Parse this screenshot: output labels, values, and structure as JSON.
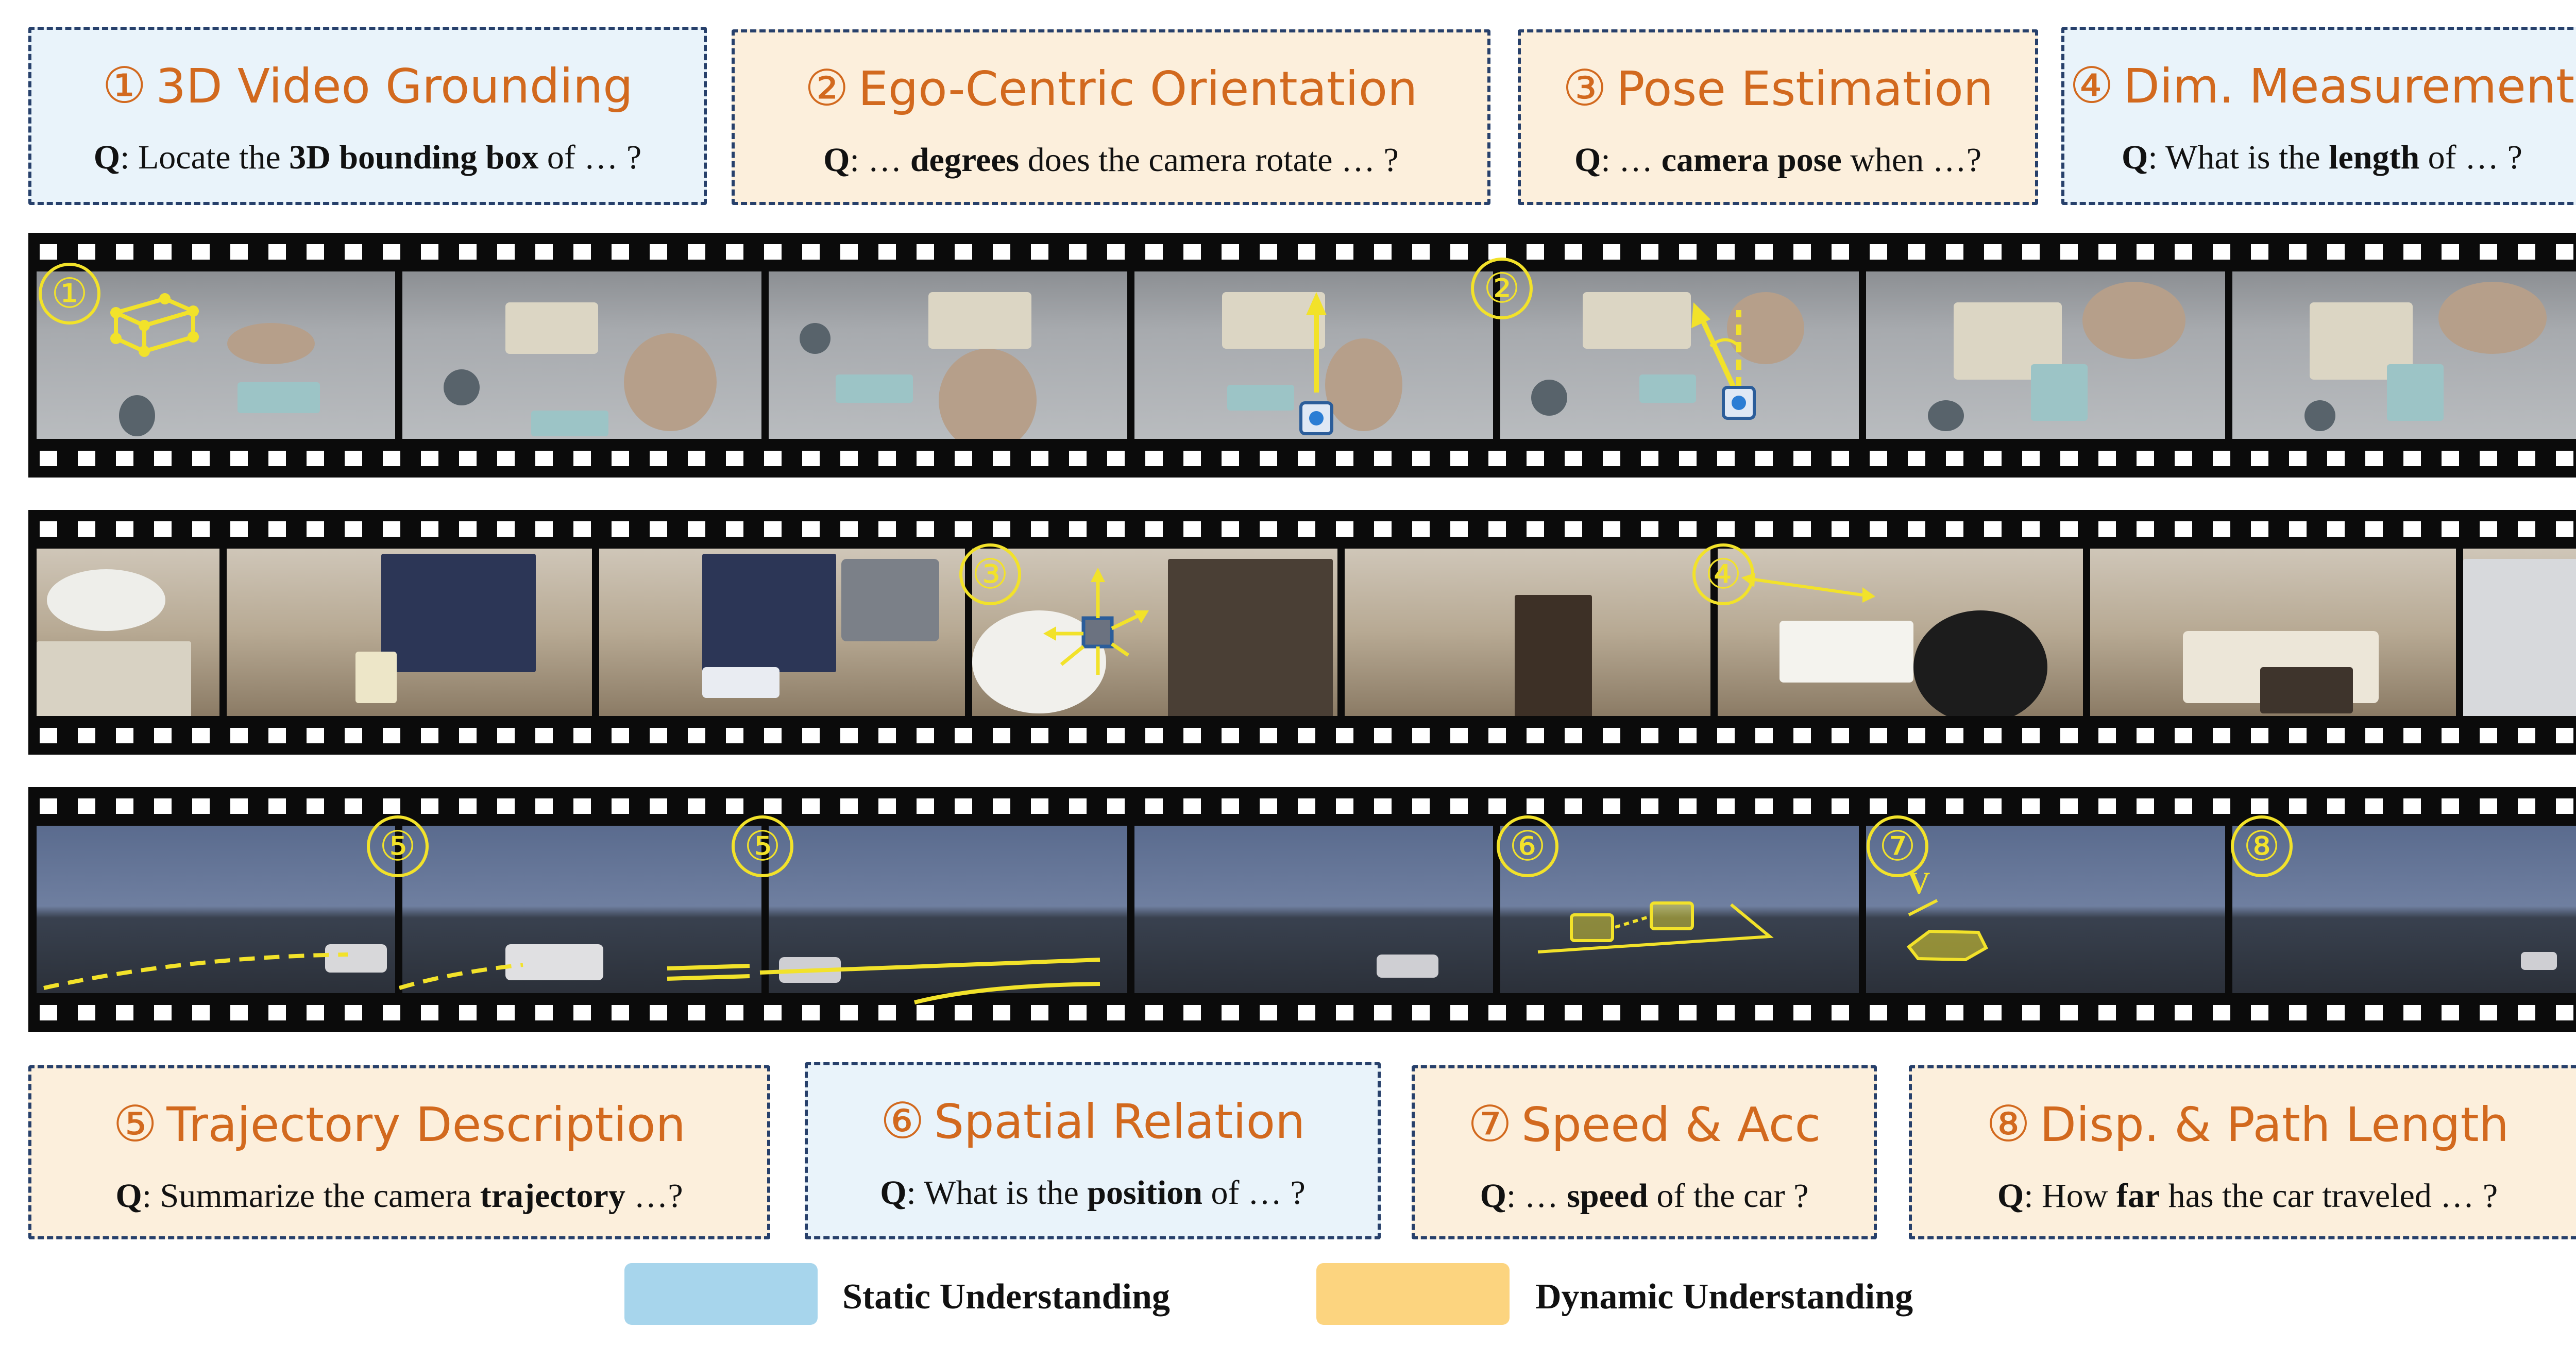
{
  "colors": {
    "static_bg": "#e9f3fa",
    "dynamic_bg": "#fcefdc",
    "border": "#27406b",
    "title": "#d2691e",
    "annotation": "#f2e22a",
    "static_legend": "#a7d5ec",
    "dynamic_legend": "#fcd47f"
  },
  "tasks_top": [
    {
      "num": "①",
      "title": "3D Video Grounding",
      "q_label": "Q",
      "q_pre": ": Locate the ",
      "q_bold": "3D bounding box",
      "q_post": " of  … ?"
    },
    {
      "num": "②",
      "title": "Ego-Centric Orientation",
      "q_label": "Q",
      "q_pre": ": … ",
      "q_bold": "degrees",
      "q_post": " does the camera rotate … ?"
    },
    {
      "num": "③",
      "title": "Pose Estimation",
      "q_label": "Q",
      "q_pre": ": … ",
      "q_bold": "camera pose",
      "q_post": " when …?"
    },
    {
      "num": "④",
      "title": "Dim. Measurement",
      "q_label": "Q",
      "q_pre": ":  What is the ",
      "q_bold": "length",
      "q_post": " of … ?"
    }
  ],
  "tasks_bottom": [
    {
      "num": "⑤",
      "title": "Trajectory Description",
      "q_label": "Q",
      "q_pre": ": Summarize the camera ",
      "q_bold": "trajectory",
      "q_post": " …?"
    },
    {
      "num": "⑥",
      "title": "Spatial Relation",
      "q_label": "Q",
      "q_pre": ": What is the ",
      "q_bold": "position",
      "q_post": " of … ?"
    },
    {
      "num": "⑦",
      "title": "Speed & Acc",
      "q_label": "Q",
      "q_pre": ": … ",
      "q_bold": "speed",
      "q_post": " of the car ?"
    },
    {
      "num": "⑧",
      "title": "Disp. & Path Length",
      "q_label": "Q",
      "q_pre": ":  How ",
      "q_bold": "far",
      "q_post": " has the car traveled … ?"
    }
  ],
  "film_markers": {
    "strip1": [
      "①",
      "②"
    ],
    "strip2": [
      "③",
      "④"
    ],
    "strip3": [
      "⑤",
      "⑤",
      "⑥",
      "⑦",
      "⑧"
    ],
    "velocity_label": "V"
  },
  "legend": [
    {
      "label": "Static Understanding"
    },
    {
      "label": "Dynamic Understanding"
    }
  ]
}
